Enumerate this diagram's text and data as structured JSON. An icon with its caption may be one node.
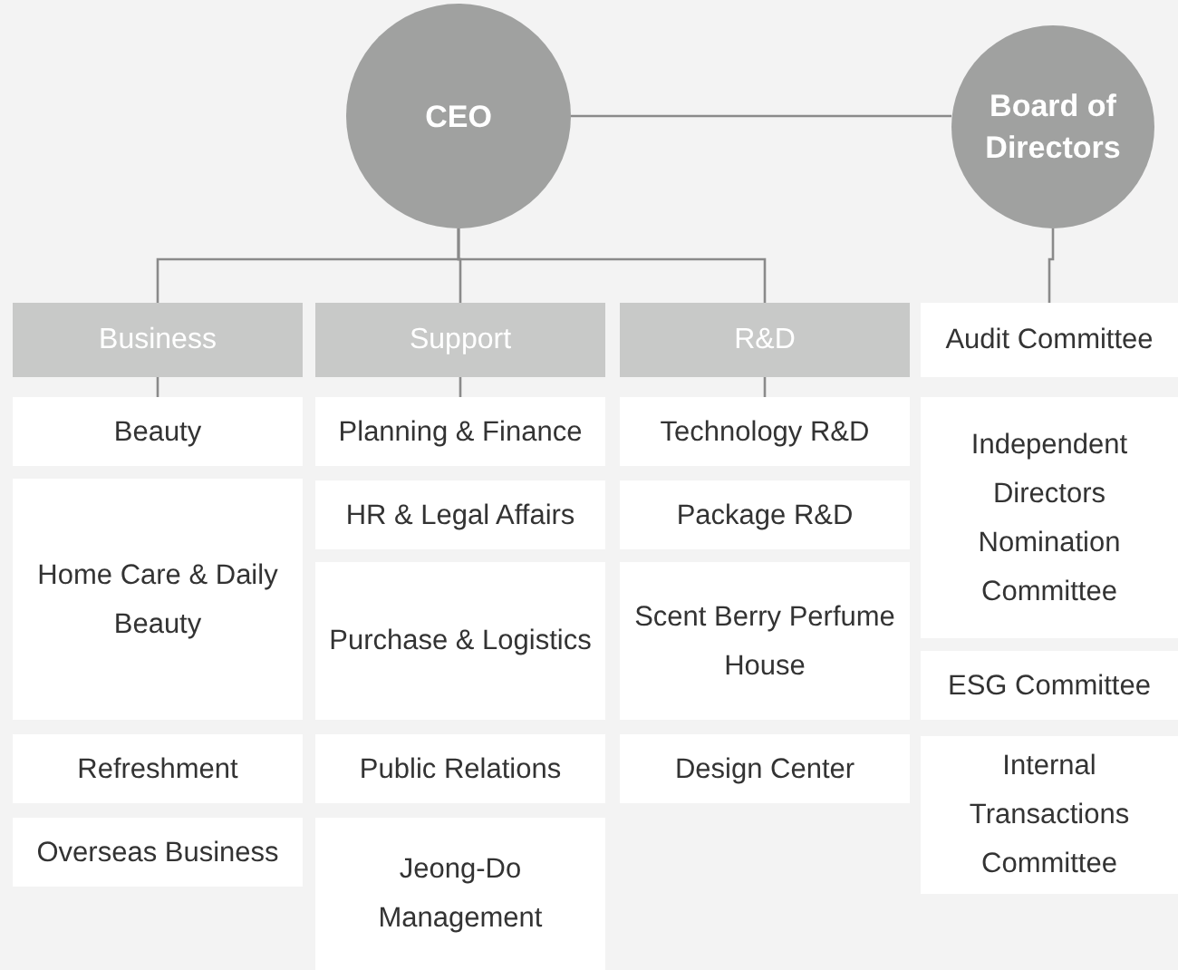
{
  "diagram": {
    "nodes": [
      {
        "text": [
          "CEO"
        ]
      },
      {
        "text": [
          "Board of Directors"
        ]
      },
      {
        "text": [
          "Business"
        ]
      },
      {
        "text": [
          "Support"
        ]
      },
      {
        "text": [
          "R&D"
        ]
      },
      {
        "text": [
          "Audit Committee"
        ]
      },
      {
        "text": [
          "Beauty"
        ]
      },
      {
        "text": [
          "Planning & Finance"
        ]
      },
      {
        "text": [
          "Technology R&D"
        ]
      },
      {
        "text": [
          "Independent Directors Nomination Committee"
        ]
      },
      {
        "text": [
          "Home Care & Daily Beauty"
        ]
      },
      {
        "text": [
          "HR & Legal Affairs"
        ]
      },
      {
        "text": [
          "Package R&D"
        ]
      },
      {
        "text": [
          "Purchase & Logistics"
        ]
      },
      {
        "text": [
          "Scent Berry Perfume House"
        ]
      },
      {
        "text": [
          "ESG Committee"
        ]
      },
      {
        "text": [
          "Refreshment"
        ]
      },
      {
        "text": [
          "Public Relations"
        ]
      },
      {
        "text": [
          "Design Center"
        ]
      },
      {
        "text": [
          "Internal Transactions Committee"
        ]
      },
      {
        "text": [
          "Overseas Business"
        ]
      },
      {
        "text": [
          "Jeong-Do Management"
        ]
      }
    ],
    "edges": [
      {
        "from": 0,
        "to": 1,
        "arrow": "none"
      },
      {
        "from": 0,
        "to": 2,
        "arrow": "none"
      },
      {
        "from": 0,
        "to": 3,
        "arrow": "none"
      },
      {
        "from": 0,
        "to": 4,
        "arrow": "none"
      },
      {
        "from": 1,
        "to": 5,
        "arrow": "none"
      },
      {
        "from": 2,
        "to": 6,
        "arrow": "none"
      },
      {
        "from": 3,
        "to": 7,
        "arrow": "none"
      },
      {
        "from": 4,
        "to": 8,
        "arrow": "none"
      }
    ]
  }
}
